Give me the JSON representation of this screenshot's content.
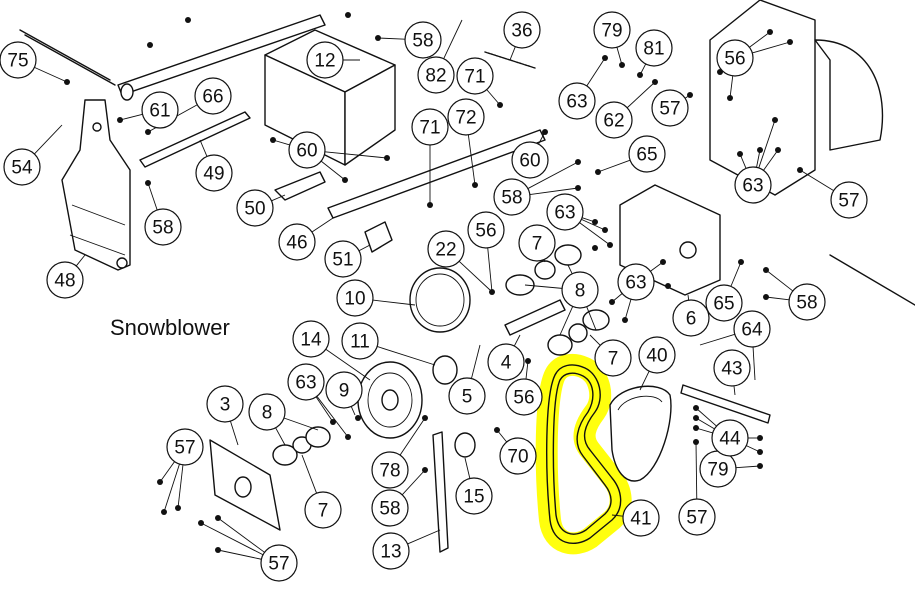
{
  "title": "Snowblower",
  "highlight_color": "#ffff00",
  "highlighted_part": "41",
  "callouts": [
    "75",
    "61",
    "66",
    "54",
    "60",
    "12",
    "58",
    "82",
    "71",
    "36",
    "79",
    "81",
    "56",
    "63",
    "62",
    "57",
    "72",
    "65",
    "49",
    "50",
    "46",
    "48",
    "51",
    "22",
    "7",
    "8",
    "10",
    "11",
    "14",
    "4",
    "5",
    "6",
    "40",
    "64",
    "43",
    "44",
    "3",
    "9",
    "78",
    "15",
    "70",
    "13",
    "41"
  ]
}
